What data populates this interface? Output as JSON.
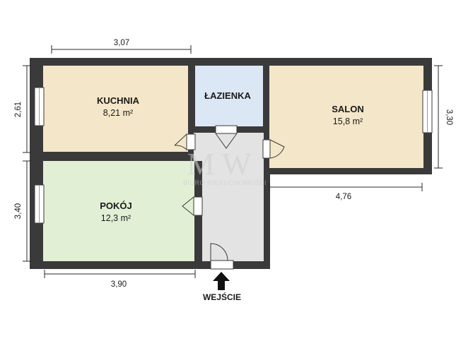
{
  "rooms": {
    "kitchen": {
      "name": "KUCHNIA",
      "area": "8,21 m²",
      "color": "#f4e6c8"
    },
    "bathroom": {
      "name": "ŁAZIENKA",
      "area": "",
      "color": "#dbe7f5"
    },
    "living_room": {
      "name": "SALON",
      "area": "15,8 m²",
      "color": "#f4e6c8"
    },
    "bedroom": {
      "name": "POKÓJ",
      "area": "12,3 m²",
      "color": "#e1efd5"
    },
    "hallway": {
      "color": "#e3e3e3"
    }
  },
  "dimensions": {
    "top_kitchen_width": "3,07",
    "left_kitchen_height": "2,61",
    "left_bedroom_height": "3,40",
    "bottom_bedroom_width": "3,90",
    "salon_width": "4,76",
    "right_salon_height": "3,30"
  },
  "entrance": {
    "label": "WEJŚCIE"
  },
  "watermark": {
    "text": "BIURO NIERUCHOMOŚCI"
  },
  "colors": {
    "wall": "#3a3a3a",
    "dimension_line": "#2a2a2a"
  }
}
